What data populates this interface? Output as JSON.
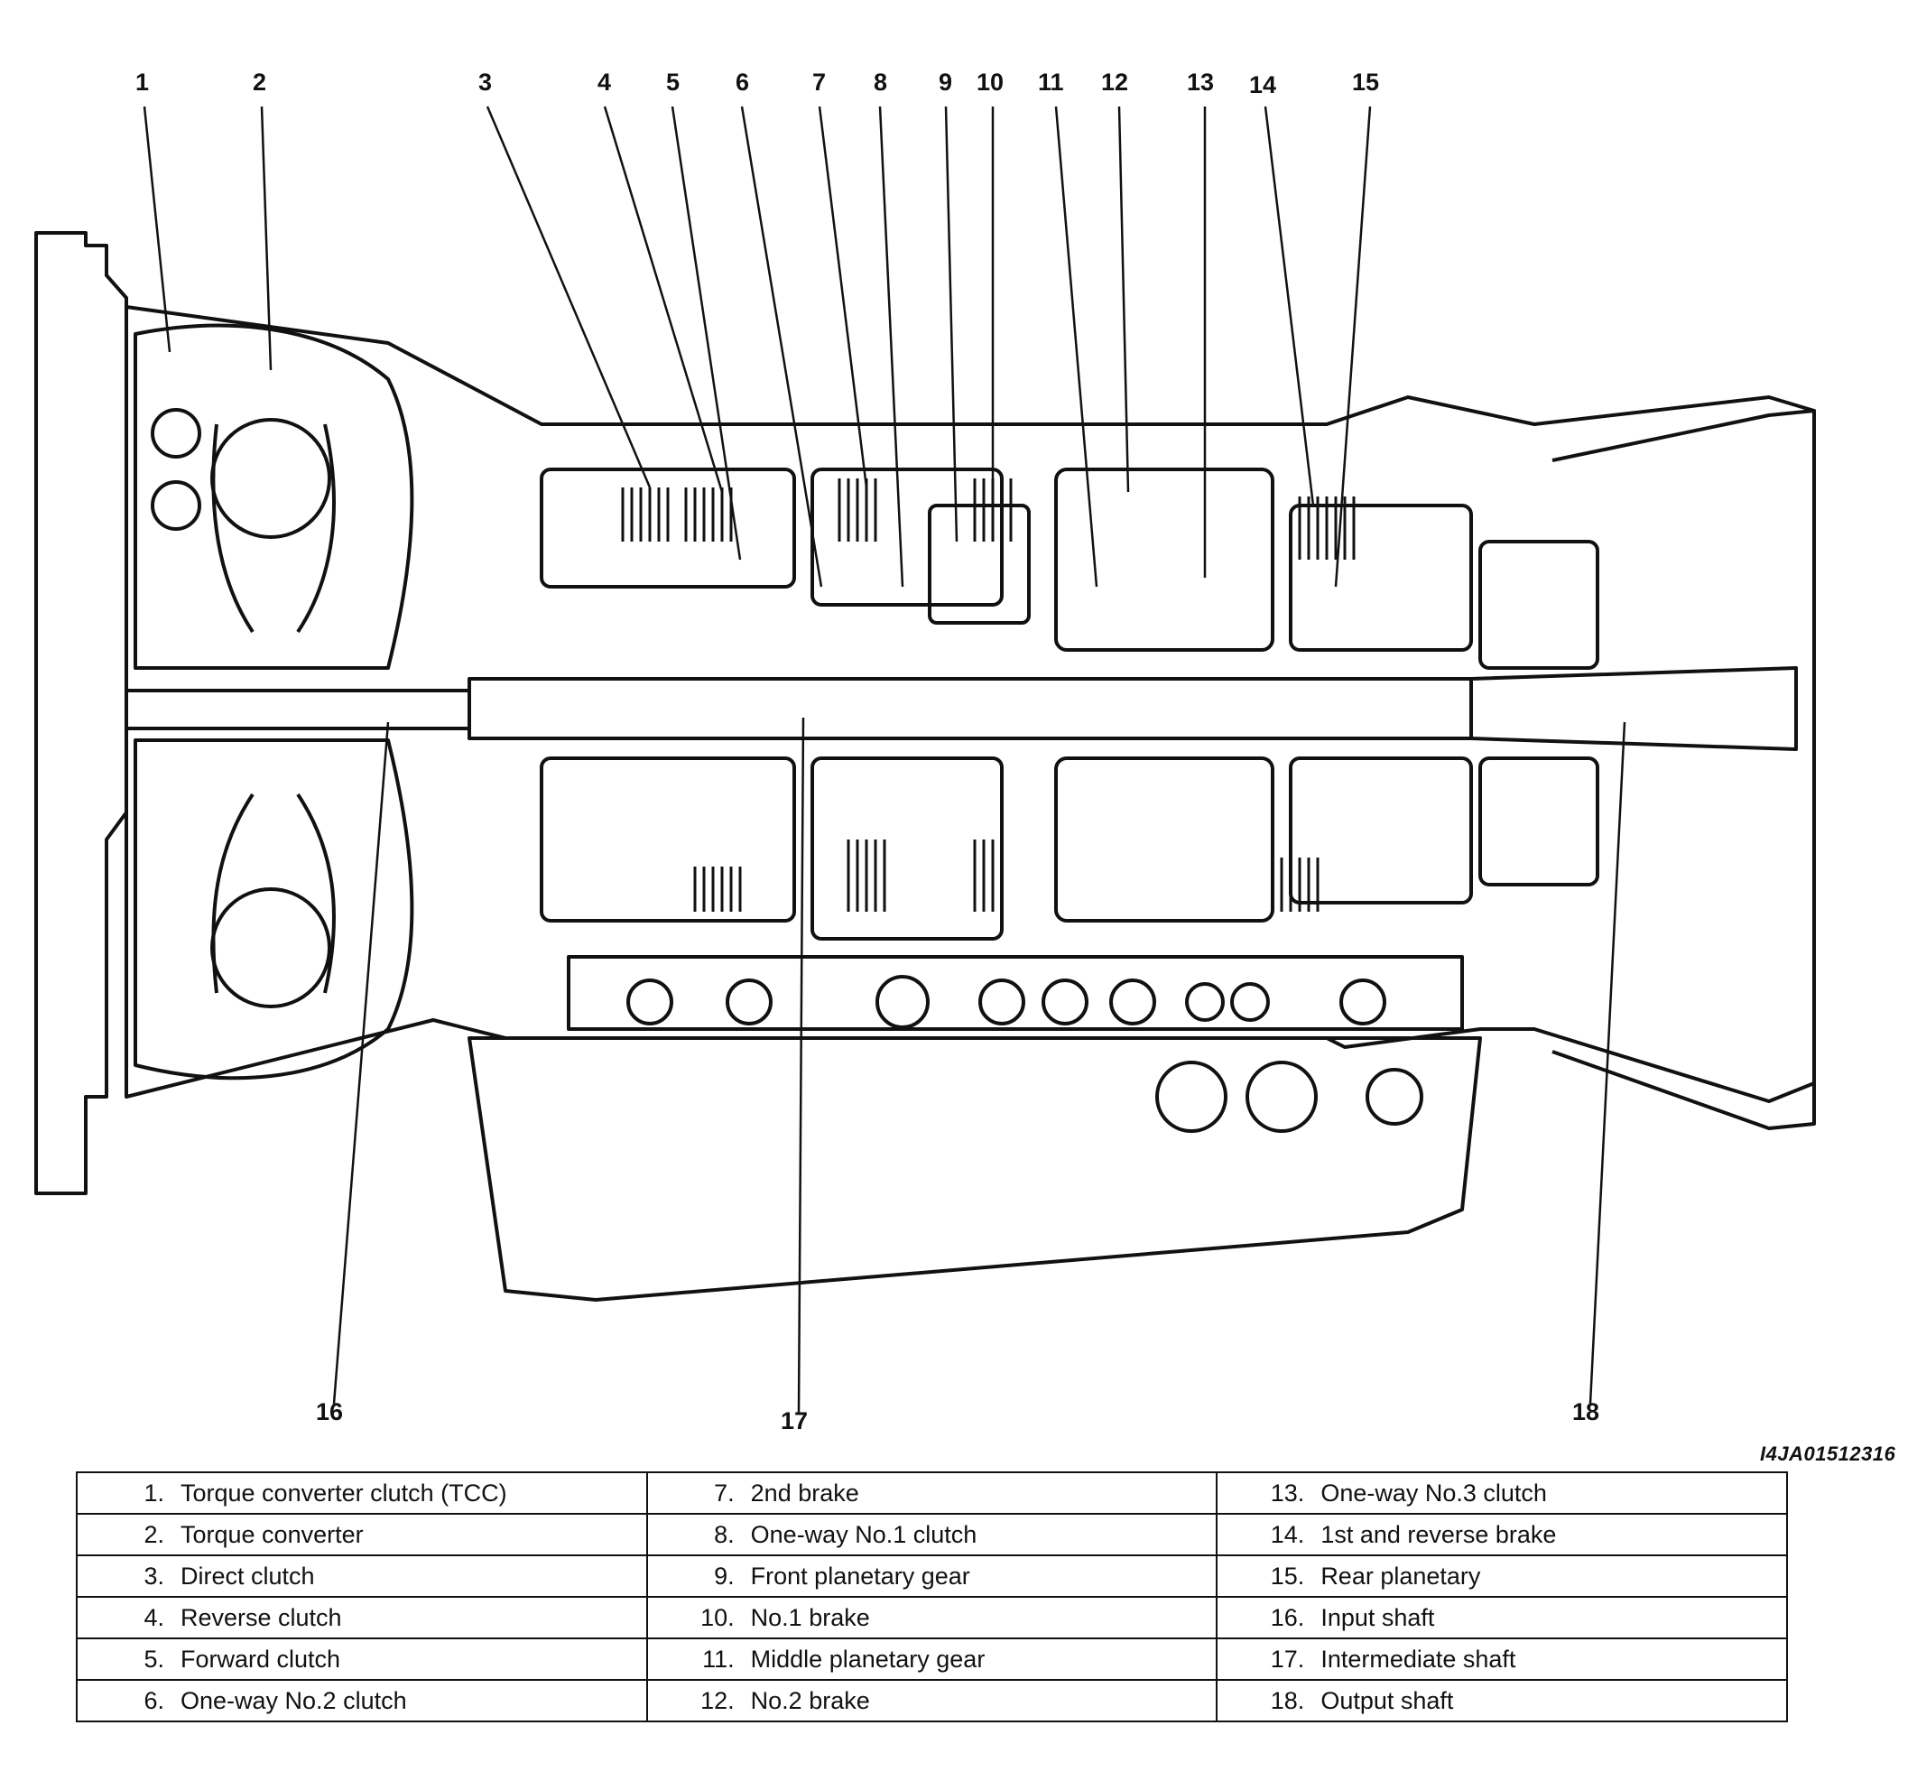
{
  "figure_id": "I4JA01512316",
  "callouts": [
    "1",
    "2",
    "3",
    "4",
    "5",
    "6",
    "7",
    "8",
    "9",
    "10",
    "11",
    "12",
    "13",
    "14",
    "15",
    "16",
    "17",
    "18"
  ],
  "legend": [
    [
      {
        "num": "1.",
        "label": "Torque converter clutch (TCC)"
      },
      {
        "num": "7.",
        "label": "2nd brake"
      },
      {
        "num": "13.",
        "label": "One-way No.3 clutch"
      }
    ],
    [
      {
        "num": "2.",
        "label": "Torque converter"
      },
      {
        "num": "8.",
        "label": "One-way No.1 clutch"
      },
      {
        "num": "14.",
        "label": "1st and reverse brake"
      }
    ],
    [
      {
        "num": "3.",
        "label": "Direct clutch"
      },
      {
        "num": "9.",
        "label": "Front planetary gear"
      },
      {
        "num": "15.",
        "label": "Rear planetary"
      }
    ],
    [
      {
        "num": "4.",
        "label": "Reverse clutch"
      },
      {
        "num": "10.",
        "label": "No.1 brake"
      },
      {
        "num": "16.",
        "label": "Input shaft"
      }
    ],
    [
      {
        "num": "5.",
        "label": "Forward clutch"
      },
      {
        "num": "11.",
        "label": "Middle planetary gear"
      },
      {
        "num": "17.",
        "label": "Intermediate shaft"
      }
    ],
    [
      {
        "num": "6.",
        "label": "One-way No.2 clutch"
      },
      {
        "num": "12.",
        "label": "No.2 brake"
      },
      {
        "num": "18.",
        "label": "Output shaft"
      }
    ]
  ]
}
